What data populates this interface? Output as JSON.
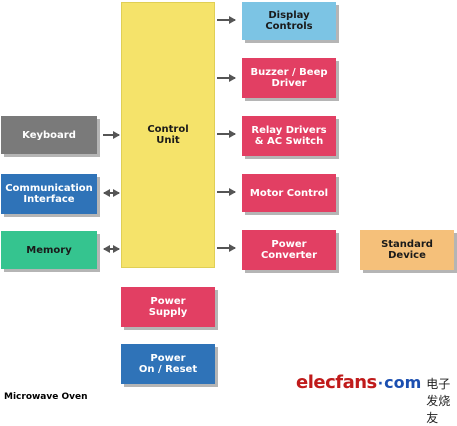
{
  "colors": {
    "control": "#f5e36a",
    "gray": "#7a7a7a",
    "blue": "#2f73b8",
    "green": "#35c48f",
    "red": "#e23f63",
    "lightblue": "#7cc4e4",
    "orange": "#f5c07a",
    "arrow": "#555555"
  },
  "diagram": {
    "control_unit": "Control\nUnit",
    "inputs": {
      "keyboard": "Keyboard",
      "communication": "Communication\nInterface",
      "memory": "Memory"
    },
    "outputs": {
      "display": "Display\nControls",
      "buzzer": "Buzzer / Beep\nDriver",
      "relay": "Relay Drivers\n& AC Switch",
      "motor": "Motor Control",
      "power_converter": "Power\nConverter"
    },
    "standard_device": "Standard\nDevice",
    "power_supply": "Power\nSupply",
    "power_reset": "Power\nOn / Reset"
  },
  "caption": "Microwave Oven",
  "watermark": {
    "en": "elecfans",
    "dot": "·",
    "com": "com",
    "cn": "电子发烧友"
  }
}
